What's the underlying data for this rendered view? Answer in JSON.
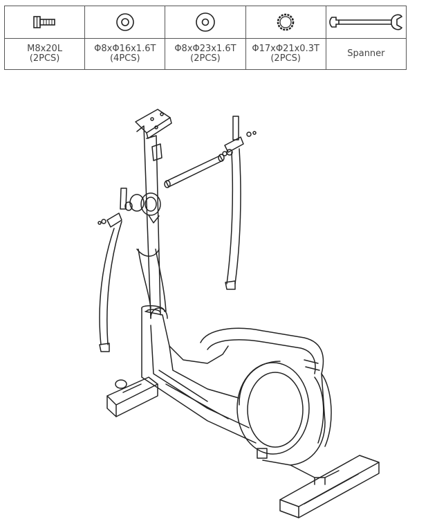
{
  "parts": [
    {
      "icon": "bolt-icon",
      "line1": "M8x20L",
      "line2": "(2PCS)"
    },
    {
      "icon": "flat-washer-icon",
      "line1": "Φ8xΦ16x1.6T",
      "line2": "(4PCS)"
    },
    {
      "icon": "large-washer-icon",
      "line1": "Φ8xΦ23x1.6T",
      "line2": "(2PCS)"
    },
    {
      "icon": "wave-washer-icon",
      "line1": "Φ17xΦ21x0.3T",
      "line2": "(2PCS)"
    },
    {
      "icon": "spanner-icon",
      "line1": "Spanner",
      "line2": ""
    }
  ],
  "diagram": {
    "icon": "elliptical-trainer-exploded-diagram",
    "stroke_color": "#222222"
  }
}
